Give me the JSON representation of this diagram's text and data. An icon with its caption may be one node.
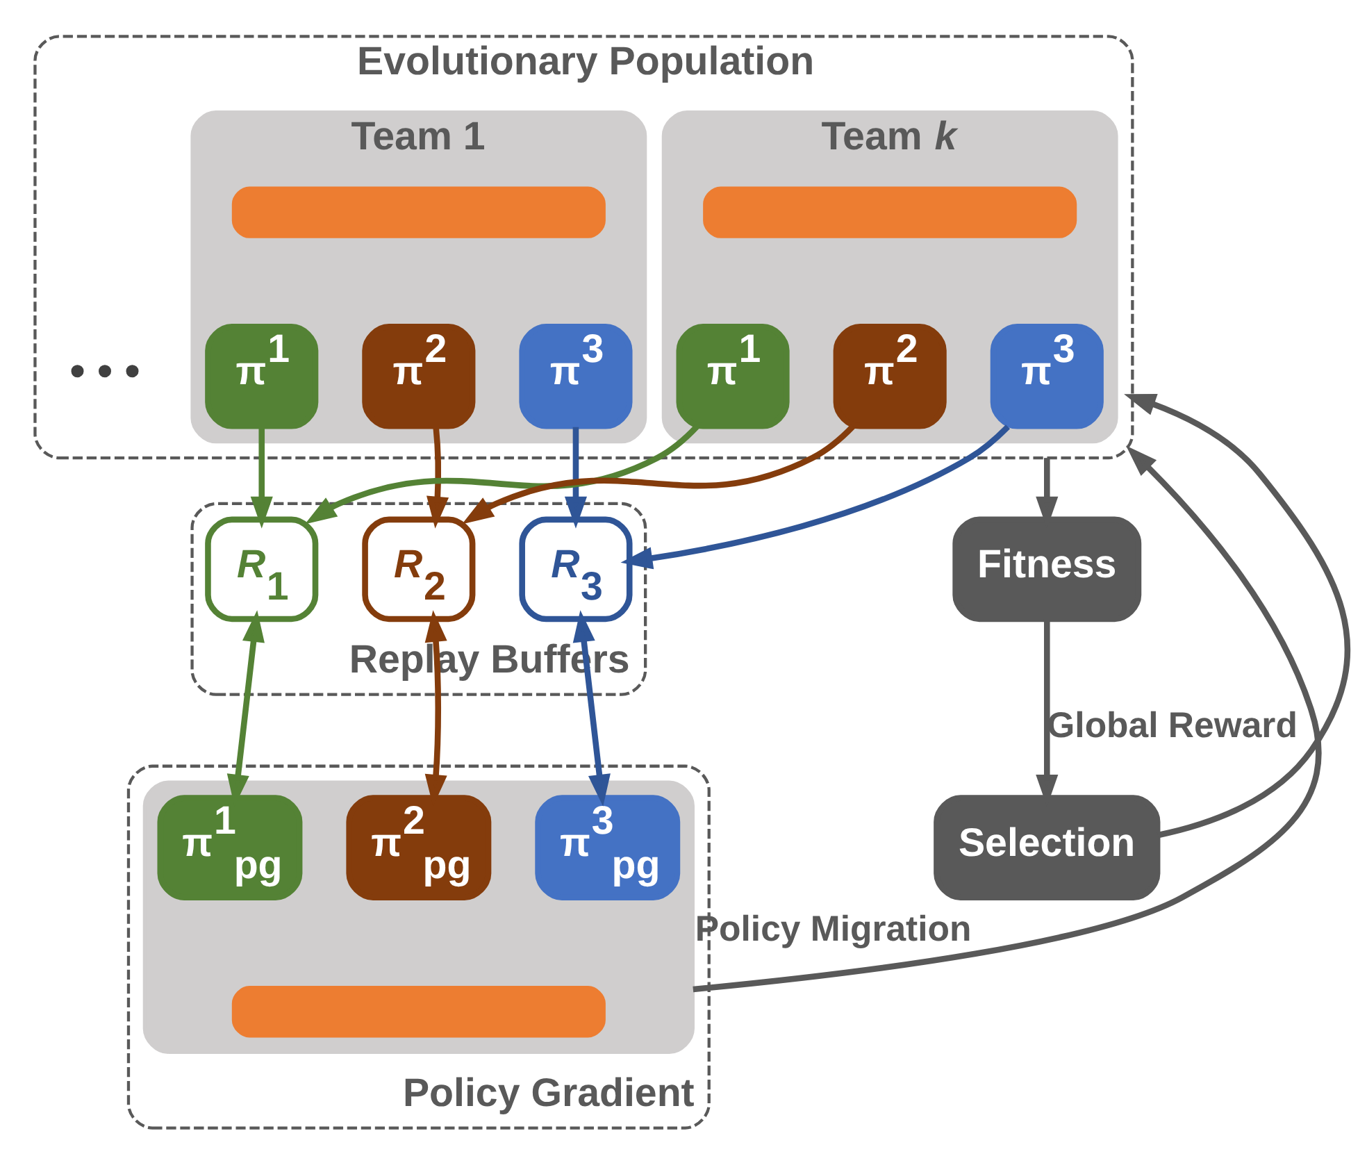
{
  "diagram": {
    "nodes": [
      {
        "text": [
          "Evolutionary Population"
        ]
      },
      {
        "text": [
          "Team 1"
        ],
        "in": 0
      },
      {
        "text": [],
        "shape": "bar",
        "in": 1
      },
      {
        "text": [
          "π$^{1}$"
        ],
        "in": 1
      },
      {
        "text": [
          "π$^{2}$"
        ],
        "in": 1
      },
      {
        "text": [
          "π$^{3}$"
        ],
        "in": 1
      },
      {
        "text": [
          "Team *k*"
        ],
        "in": 0
      },
      {
        "text": [],
        "shape": "bar",
        "in": 6
      },
      {
        "text": [
          "π$^{1}$"
        ],
        "in": 6
      },
      {
        "text": [
          "π$^{2}$"
        ],
        "in": 6
      },
      {
        "text": [
          "π$^{3}$"
        ],
        "in": 6
      },
      {
        "text": [
          "Replay Buffers"
        ]
      },
      {
        "text": [
          "*R*$_{1}$"
        ],
        "in": 11
      },
      {
        "text": [
          "*R*$_{2}$"
        ],
        "in": 11
      },
      {
        "text": [
          "*R*$_{3}$"
        ],
        "in": 11
      },
      {
        "text": [
          "Policy Gradient"
        ]
      },
      {
        "text": [],
        "shape": "box",
        "in": 15
      },
      {
        "text": [
          "π$^{1}$$_{pg}$"
        ],
        "in": 16
      },
      {
        "text": [
          "π$^{2}$$_{pg}$"
        ],
        "in": 16
      },
      {
        "text": [
          "π$^{3}$$_{pg}$"
        ],
        "in": 16
      },
      {
        "text": [],
        "shape": "bar",
        "in": 16
      },
      {
        "text": [
          "Fitness"
        ]
      },
      {
        "text": [
          "Selection"
        ]
      }
    ],
    "edges": [
      {
        "from": 3,
        "to": 12,
        "arrow": "to",
        "color": "#548235"
      },
      {
        "from": 8,
        "to": 12,
        "arrow": "to",
        "color": "#548235"
      },
      {
        "from": 4,
        "to": 13,
        "arrow": "to",
        "color": "#843c0c"
      },
      {
        "from": 9,
        "to": 13,
        "arrow": "to",
        "color": "#843c0c"
      },
      {
        "from": 5,
        "to": 14,
        "arrow": "to",
        "color": "#2f5597"
      },
      {
        "from": 10,
        "to": 14,
        "arrow": "to",
        "color": "#2f5597"
      },
      {
        "from": 12,
        "to": 17,
        "arrow": "both",
        "color": "#548235"
      },
      {
        "from": 13,
        "to": 18,
        "arrow": "both",
        "color": "#843c0c"
      },
      {
        "from": 14,
        "to": 19,
        "arrow": "both",
        "color": "#2f5597"
      },
      {
        "from": 16,
        "to": 0,
        "arrow": "to",
        "label": "Policy Migration",
        "color": "#595959"
      },
      {
        "from": 0,
        "to": 21,
        "arrow": "to",
        "color": "#595959"
      },
      {
        "from": 21,
        "to": 22,
        "arrow": "to",
        "label": "Global Reward",
        "color": "#595959"
      },
      {
        "from": 22,
        "to": 0,
        "arrow": "to",
        "color": "#595959"
      }
    ],
    "labels": [
      "• • •"
    ]
  }
}
